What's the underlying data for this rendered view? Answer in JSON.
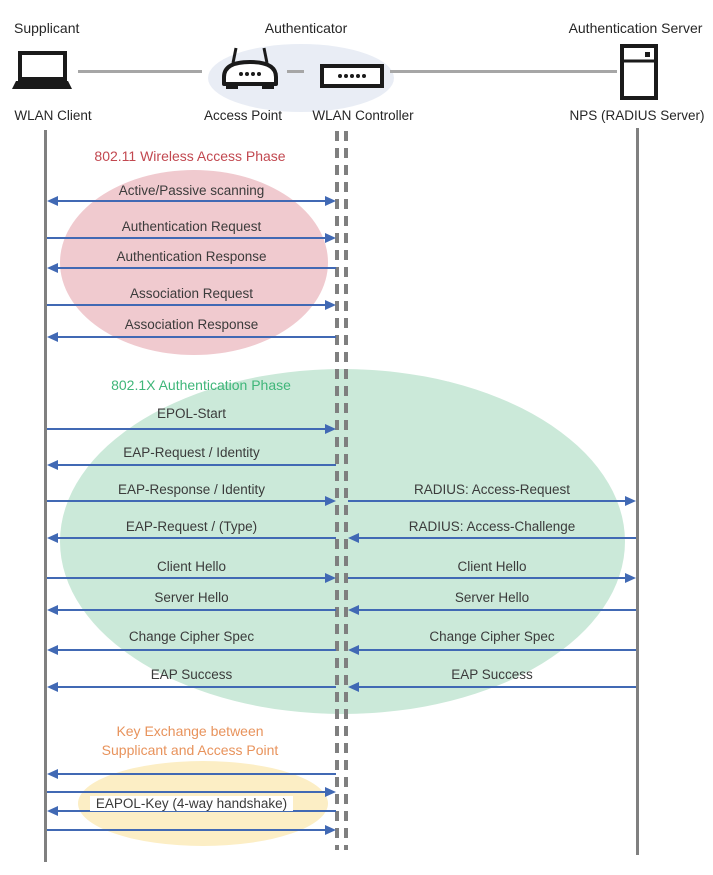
{
  "header": {
    "roles": [
      {
        "label": "Supplicant"
      },
      {
        "label": "Authenticator"
      },
      {
        "label": "Authentication Server"
      }
    ],
    "devices": [
      {
        "label": "WLAN Client",
        "icon": "laptop-icon"
      },
      {
        "label": "Access Point",
        "icon": "access-point-icon"
      },
      {
        "label": "WLAN Controller",
        "icon": "wlan-controller-icon"
      },
      {
        "label": "NPS (RADIUS Server)",
        "icon": "server-icon"
      }
    ]
  },
  "phases": [
    {
      "title": "802.11 Wireless Access Phase",
      "color": "#C24850",
      "fill": "#F0CACF"
    },
    {
      "title": "802.1X Authentication Phase",
      "color": "#3FB679",
      "fill": "#CBE9D9"
    },
    {
      "title": "Key Exchange between Supplicant and Access Point",
      "line1": "Key Exchange between",
      "line2": "Supplicant and Access Point",
      "color": "#E8935C",
      "fill": "#FCEEC5"
    }
  ],
  "colors": {
    "arrow": "#4169B4",
    "lifeline": "#808080",
    "connector": "#A6A6A6",
    "authenticator_group_fill": "#E9EDF5"
  },
  "messages": [
    {
      "left": {
        "label": "Active/Passive scanning",
        "direction": "both"
      }
    },
    {
      "left": {
        "label": "Authentication Request",
        "direction": "right"
      }
    },
    {
      "left": {
        "label": "Authentication Response",
        "direction": "left"
      }
    },
    {
      "left": {
        "label": "Association Request",
        "direction": "right"
      }
    },
    {
      "left": {
        "label": "Association Response",
        "direction": "left"
      }
    },
    {
      "left": {
        "label": "EPOL-Start",
        "direction": "right"
      }
    },
    {
      "left": {
        "label": "EAP-Request / Identity",
        "direction": "left"
      }
    },
    {
      "left": {
        "label": "EAP-Response / Identity",
        "direction": "right"
      },
      "right": {
        "label": "RADIUS: Access-Request",
        "direction": "right"
      }
    },
    {
      "left": {
        "label": "EAP-Request / (Type)",
        "direction": "left"
      },
      "right": {
        "label": "RADIUS: Access-Challenge",
        "direction": "left"
      }
    },
    {
      "left": {
        "label": "Client Hello",
        "direction": "right"
      },
      "right": {
        "label": "Client Hello",
        "direction": "right"
      }
    },
    {
      "left": {
        "label": "Server Hello",
        "direction": "left"
      },
      "right": {
        "label": "Server Hello",
        "direction": "left"
      }
    },
    {
      "left": {
        "label": "Change Cipher Spec",
        "direction": "left"
      },
      "right": {
        "label": "Change Cipher Spec",
        "direction": "left"
      }
    },
    {
      "left": {
        "label": "EAP Success",
        "direction": "left"
      },
      "right": {
        "label": "EAP Success",
        "direction": "left"
      }
    },
    {
      "left": {
        "label": "",
        "direction": "left"
      }
    },
    {
      "left": {
        "label": "",
        "direction": "right"
      }
    },
    {
      "left": {
        "label": "EAPOL-Key (4-way handshake)",
        "direction": "left",
        "boxed": true
      }
    },
    {
      "left": {
        "label": "",
        "direction": "right"
      }
    }
  ]
}
